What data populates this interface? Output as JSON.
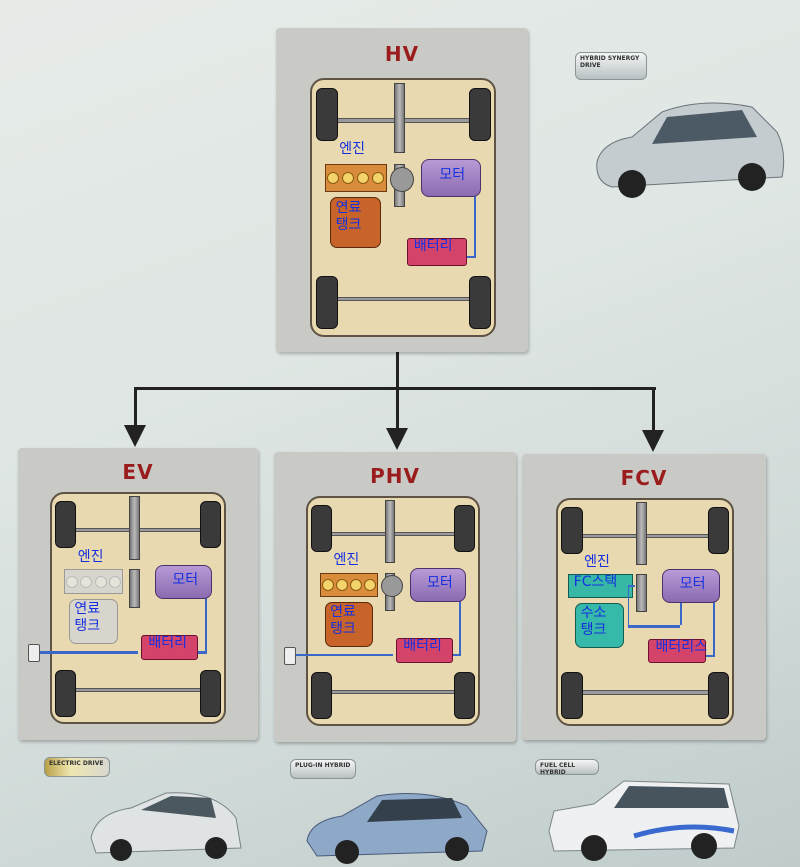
{
  "panels": [
    {
      "id": "hv",
      "title": "HV",
      "engine_label": "엔진",
      "engine_on": true,
      "tank_label": "연료\n탱크",
      "tank_kind": "fuel",
      "motor_label": "모터",
      "battery_label": "배터리",
      "plug": false
    },
    {
      "id": "ev",
      "title": "EV",
      "engine_label": "엔진",
      "engine_on": false,
      "tank_label": "연료\n탱크",
      "tank_kind": "off",
      "motor_label": "모터",
      "battery_label": "배터리",
      "plug": true
    },
    {
      "id": "phv",
      "title": "PHV",
      "engine_label": "엔진",
      "engine_on": true,
      "tank_label": "연료\n탱크",
      "tank_kind": "fuel",
      "motor_label": "모터",
      "battery_label": "배터리",
      "plug": true
    },
    {
      "id": "fcv",
      "title": "FCV",
      "engine_label": "엔진",
      "engine_on": false,
      "stack_label": "FC스택",
      "tank_label": "수소\n탱크",
      "tank_kind": "h2",
      "motor_label": "모터",
      "battery_label": "배터리스",
      "plug": false
    }
  ],
  "badges": {
    "hv": "HYBRID SYNERGY DRIVE",
    "ev": "ELECTRIC DRIVE",
    "phv": "PLUG-IN HYBRID",
    "fcv": "FUEL CELL HYBRID"
  }
}
